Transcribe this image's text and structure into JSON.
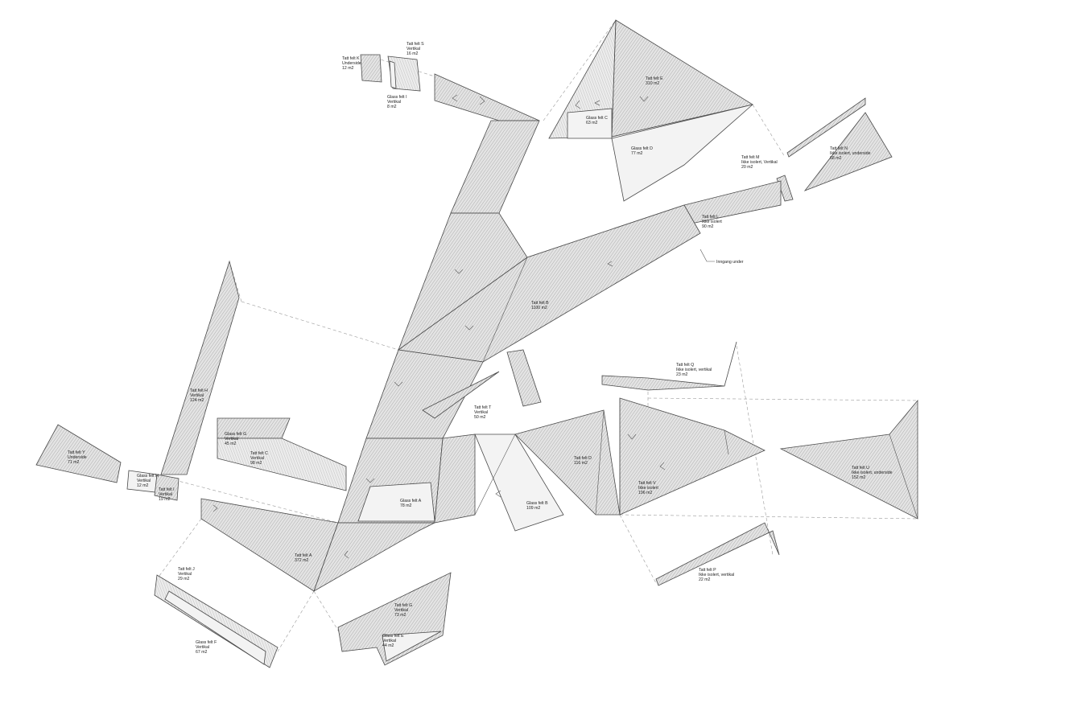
{
  "panels": [
    {
      "id": "tsk",
      "lines": [
        "Tatt felt K",
        "Underside",
        "12 m2"
      ]
    },
    {
      "id": "tss",
      "lines": [
        "Tatt felt S",
        "Vertikal",
        "16 m2"
      ]
    },
    {
      "id": "gfi",
      "lines": [
        "Glass felt I",
        "Vertikal",
        "8 m2"
      ]
    },
    {
      "id": "tse",
      "lines": [
        "Tatt felt E",
        "310 m2"
      ]
    },
    {
      "id": "gfc",
      "lines": [
        "Glass felt C",
        "63 m2"
      ]
    },
    {
      "id": "gfd",
      "lines": [
        "Glass felt D",
        "77 m2"
      ]
    },
    {
      "id": "tsm",
      "lines": [
        "Tatt felt M",
        "Ikke isolert, Vertikal",
        "20 m2"
      ]
    },
    {
      "id": "tsn",
      "lines": [
        "Tatt felt N",
        "Ikke isolert, underside",
        "68 m2"
      ]
    },
    {
      "id": "tsl",
      "lines": [
        "Tatt felt L",
        "Ikke isolert",
        "90 m2"
      ]
    },
    {
      "id": "inngang",
      "lines": [
        "Inngang under"
      ]
    },
    {
      "id": "tsb",
      "lines": [
        "Tatt felt B",
        "1100 m2"
      ]
    },
    {
      "id": "tsq",
      "lines": [
        "Tatt felt Q",
        "Ikke isolert, vertikal",
        "23 m2"
      ]
    },
    {
      "id": "tsh",
      "lines": [
        "Tatt felt H",
        "Vertikal",
        "124 m2"
      ]
    },
    {
      "id": "tst",
      "lines": [
        "Tatt felt T",
        "Vertikal",
        "50 m2"
      ]
    },
    {
      "id": "gfg",
      "lines": [
        "Glass felt G",
        "Vertikal",
        "45 m2"
      ]
    },
    {
      "id": "tsc",
      "lines": [
        "Tatt felt C",
        "Vertikal",
        "98 m2"
      ]
    },
    {
      "id": "tsy",
      "lines": [
        "Tatt felt Y",
        "Underside",
        "71 m2"
      ]
    },
    {
      "id": "gfh",
      "lines": [
        "Glass felt H",
        "Vertikal",
        "12 m2"
      ]
    },
    {
      "id": "tsi",
      "lines": [
        "Tatt felt I",
        "Vertikal",
        "19 m2"
      ]
    },
    {
      "id": "tsd",
      "lines": [
        "Tatt felt D",
        "116 m2"
      ]
    },
    {
      "id": "tsv",
      "lines": [
        "Tatt felt V",
        "Ikke isolert",
        "196 m2"
      ]
    },
    {
      "id": "tsu",
      "lines": [
        "Tatt felt U",
        "Ikke isolert, underside",
        "152 m2"
      ]
    },
    {
      "id": "gfa",
      "lines": [
        "Glass felt A",
        "78 m2"
      ]
    },
    {
      "id": "gfb",
      "lines": [
        "Glass felt B",
        "109 m2"
      ]
    },
    {
      "id": "tsa",
      "lines": [
        "Tatt felt A",
        "372 m2"
      ]
    },
    {
      "id": "tsj",
      "lines": [
        "Tatt felt J",
        "Vertikal",
        "29 m2"
      ]
    },
    {
      "id": "tsg",
      "lines": [
        "Tatt felt G",
        "Vertikal",
        "73 m2"
      ]
    },
    {
      "id": "gfe",
      "lines": [
        "Glass felt E",
        "Vertikal",
        "44 m2"
      ]
    },
    {
      "id": "gff",
      "lines": [
        "Glass felt F",
        "Vertikal",
        "67 m2"
      ]
    },
    {
      "id": "tsp",
      "lines": [
        "Tatt felt P",
        "Ikke isolert, vertikal",
        "22 m2"
      ]
    }
  ]
}
